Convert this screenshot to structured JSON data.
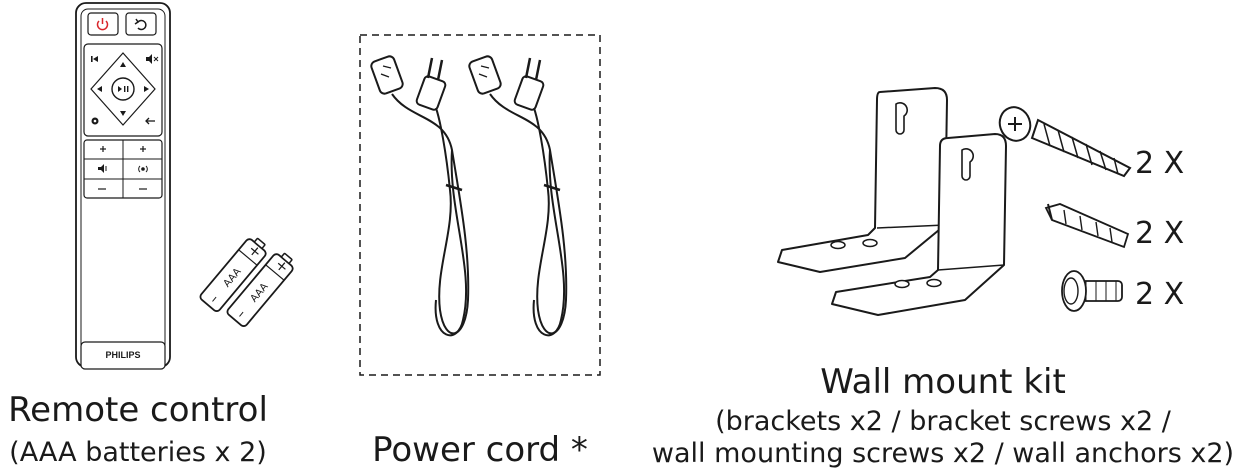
{
  "remote": {
    "brand": "PHILIPS",
    "title": "Remote control",
    "subtitle": "(AAA batteries x 2)",
    "battery_label": "AAA",
    "plus_sign": "+",
    "minus_sign": "–"
  },
  "power_cord": {
    "title": "Power cord *"
  },
  "wall_mount": {
    "title": "Wall mount kit",
    "detail_line1": "(brackets  x2 / bracket screws x2 /",
    "detail_line2": "wall mounting screws x2 / wall anchors x2)",
    "qty_screw": "2 X",
    "qty_anchor": "2 X",
    "qty_bolt": "2 X"
  },
  "colors": {
    "line": "#1a1a1a",
    "power_button": "#d9262b",
    "fill": "#ffffff"
  },
  "icons": [
    "power-icon",
    "back-icon",
    "skip-previous-icon",
    "mute-icon",
    "play-pause-icon",
    "settings-icon",
    "return-icon",
    "volume-icon",
    "surround-icon"
  ]
}
